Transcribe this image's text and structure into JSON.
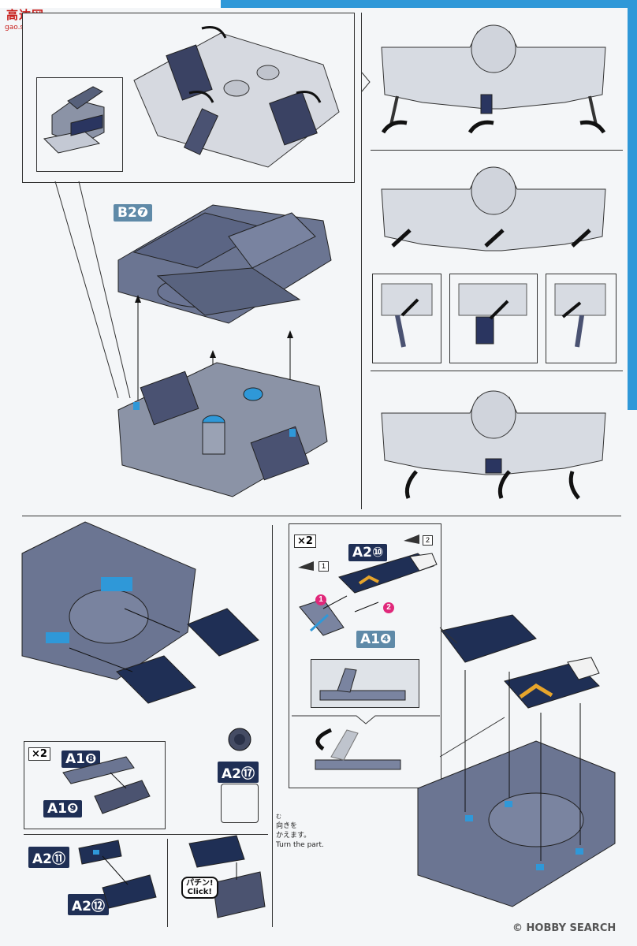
{
  "header": {
    "logo_text": "高达网",
    "logo_url_text": "gao.shou.com"
  },
  "step_top": {
    "part_b27": "B2❼"
  },
  "step_bottom_left": {
    "qty_a": "×2",
    "part_a18": "A1❽",
    "part_a19": "A1❾",
    "part_a217": "A2⑰",
    "part_a211": "A2⑪",
    "part_a212": "A2⑫",
    "click_label_jp": "パチン!",
    "click_label_en": "Click!",
    "turn_note_jp_small": "む",
    "turn_note_jp_1": "向きを",
    "turn_note_jp_2": "かえます。",
    "turn_note_en": "Turn the part."
  },
  "step_bottom_right": {
    "qty": "×2",
    "part_a210": "A2⑩",
    "part_a14": "A1❹",
    "page_1": "1",
    "page_2": "2",
    "marker_1": "1",
    "marker_2": "2"
  },
  "footer": {
    "watermark": "© HOBBY SEARCH"
  },
  "colors": {
    "accent_blue": "#2f98d8",
    "part_dark": "#1f2f55",
    "part_label_light": "#5f8aa8",
    "marker_pink": "#e0287a",
    "stripe_yellow": "#e7a52b"
  }
}
